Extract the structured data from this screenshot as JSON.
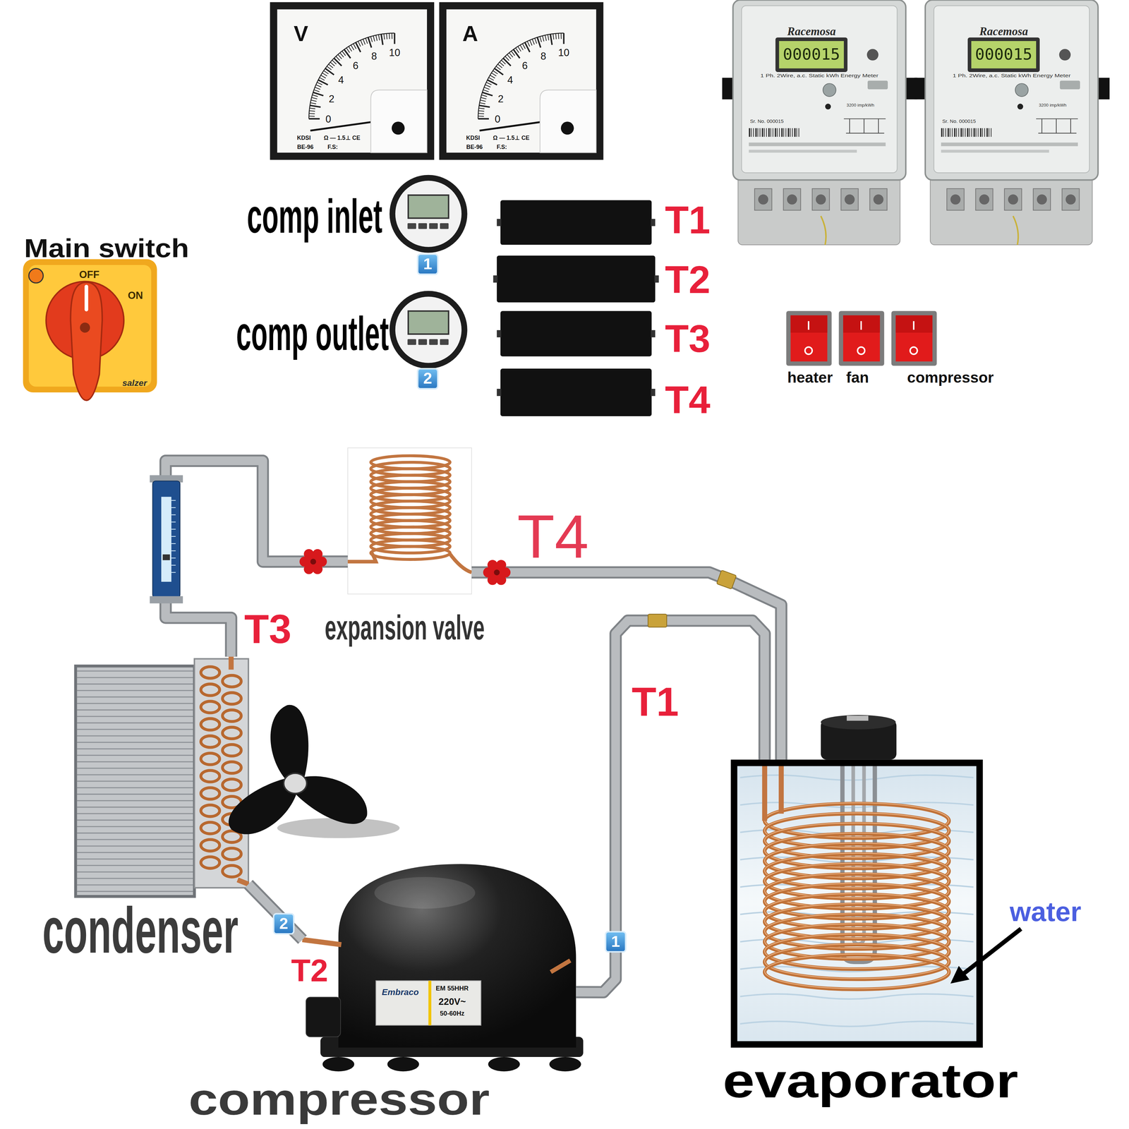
{
  "diagram": {
    "nodes": [
      {
        "text": [
          "expansion valve"
        ]
      },
      {
        "text": [
          "condenser"
        ]
      },
      {
        "text": [
          "evaporator"
        ]
      },
      {
        "text": [
          "compressor"
        ]
      }
    ],
    "edges": [
      {
        "from": 3,
        "to": 1,
        "arrow": "none"
      },
      {
        "from": 1,
        "to": 0,
        "arrow": "none"
      },
      {
        "from": 0,
        "to": 2,
        "arrow": "none"
      },
      {
        "from": 2,
        "to": 3,
        "arrow": "none"
      }
    ],
    "labels": [
      "V",
      "0",
      "2",
      "4",
      "6",
      "8",
      "10",
      "KDSI",
      "Ω — 1.5⊥ CE",
      "BE-96",
      "F.S:",
      "A",
      "0",
      "2",
      "4",
      "6",
      "8",
      "10",
      "KDSI",
      "Ω — 1.5⊥ CE",
      "BE-96",
      "F.S:",
      "Racemosa",
      "000015",
      "1 Ph. 2Wire, a.c. Static kWh Energy Meter",
      "Sr. No. 000015",
      "3200 imp/kWh",
      "Racemosa",
      "000015",
      "1 Ph. 2Wire, a.c. Static kWh Energy Meter",
      "Sr. No. 000015",
      "3200 imp/kWh",
      "Main switch",
      "OFF",
      "ON",
      "salzer",
      "comp inlet",
      "1",
      "comp outlet",
      "2",
      "T1",
      "T2",
      "T3",
      "T4",
      "heater",
      "fan",
      "compressor",
      "T4",
      "T3",
      "T1",
      "1",
      "2",
      "T2",
      "water",
      "Embraco",
      "EM 55HHR",
      "220V~",
      "50-60Hz"
    ]
  }
}
